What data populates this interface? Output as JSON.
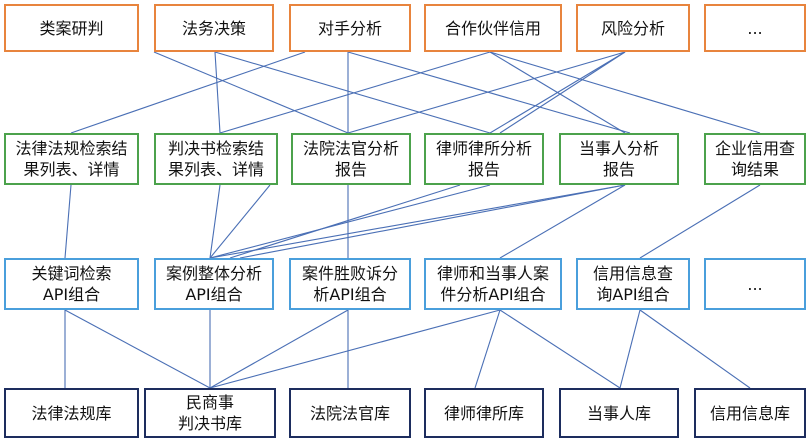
{
  "colors": {
    "scenario": "#e8843d",
    "report": "#4ca24c",
    "api": "#4a9fdc",
    "database": "#1d2d5e",
    "link": "#4a6fb5"
  },
  "nodes": {
    "scenario_case_study": "类案研判",
    "scenario_legal_decision": "法务决策",
    "scenario_opponent": "对手分析",
    "scenario_partner_credit": "合作伙伴信用",
    "scenario_risk": "风险分析",
    "scenario_more": "...",
    "report_law_search": "法律法规检索结\n果列表、详情",
    "report_judgment_search": "判决书检索结\n果列表、详情",
    "report_court_judge": "法院法官分析\n报告",
    "report_lawyer_firm": "律师律所分析\n报告",
    "report_party": "当事人分析\n报告",
    "report_enterprise_credit": "企业信用查\n询结果",
    "api_keyword_search": "关键词检索\nAPI组合",
    "api_case_overall": "案例整体分析\nAPI组合",
    "api_win_loss": "案件胜败诉分\n析API组合",
    "api_lawyer_party": "律师和当事人案\n件分析API组合",
    "api_credit_query": "信用信息查\n询API组合",
    "api_more": "...",
    "db_laws": "法律法规库",
    "db_civil_judgments": "民商事\n判决书库",
    "db_court_judge": "法院法官库",
    "db_lawyer_firm": "律师律所库",
    "db_party": "当事人库",
    "db_credit": "信用信息库"
  }
}
